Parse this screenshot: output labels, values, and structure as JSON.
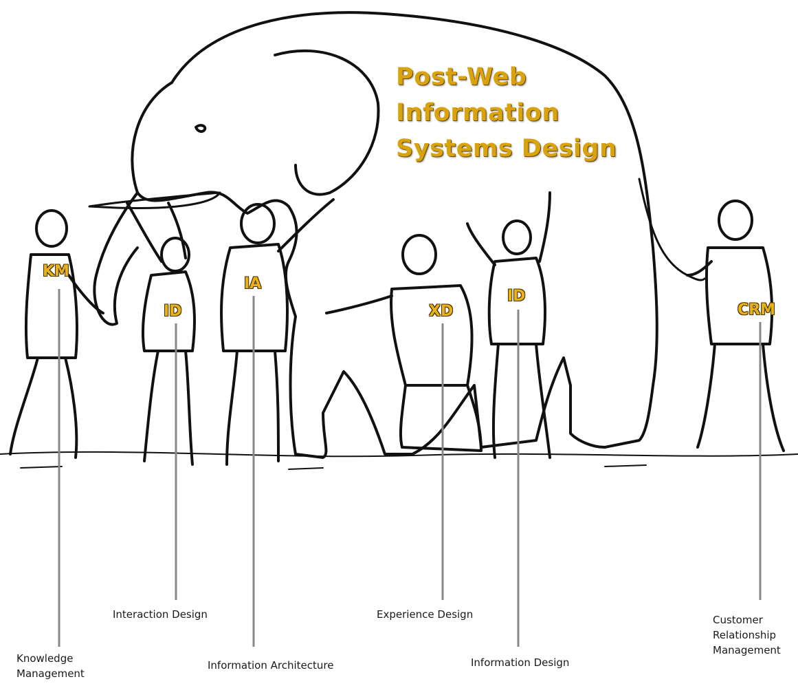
{
  "title_lines": [
    "Post-Web",
    "Information",
    "Systems Design"
  ],
  "colors": {
    "title": "#d9a20f",
    "abbreviation": "#e7b21a",
    "line": "#888888",
    "ink": "#111111"
  },
  "people": [
    {
      "id": "km",
      "abbr": "KM",
      "label_lines": [
        "Knowledge",
        "Management"
      ]
    },
    {
      "id": "id-interaction",
      "abbr": "ID",
      "label_lines": [
        "Interaction Design"
      ]
    },
    {
      "id": "ia",
      "abbr": "IA",
      "label_lines": [
        "Information Architecture"
      ]
    },
    {
      "id": "xd",
      "abbr": "XD",
      "label_lines": [
        "Experience Design"
      ]
    },
    {
      "id": "id-information",
      "abbr": "ID",
      "label_lines": [
        "Information Design"
      ]
    },
    {
      "id": "crm",
      "abbr": "CRM",
      "label_lines": [
        "Customer",
        "Relationship",
        "Management"
      ]
    }
  ]
}
